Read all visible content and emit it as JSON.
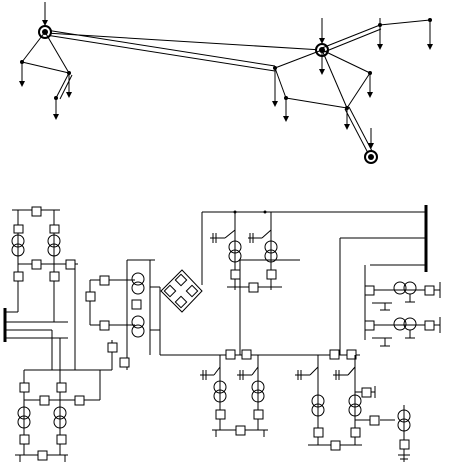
{
  "diagram": {
    "description_note": "",
    "top_network": {
      "nodes": [
        {
          "id": "n1",
          "kind": "source"
        },
        {
          "id": "n2",
          "kind": "junction"
        },
        {
          "id": "n3",
          "kind": "junction"
        },
        {
          "id": "n4",
          "kind": "junction"
        },
        {
          "id": "n5",
          "kind": "source"
        },
        {
          "id": "n6",
          "kind": "junction"
        },
        {
          "id": "n7",
          "kind": "junction"
        },
        {
          "id": "n8",
          "kind": "junction"
        },
        {
          "id": "n9",
          "kind": "junction"
        },
        {
          "id": "n10",
          "kind": "source"
        }
      ]
    },
    "bottom_schematic": {
      "components": [
        "transformer",
        "breaker",
        "capacitor",
        "ground",
        "busbar"
      ]
    },
    "colors": {
      "line": "#000000",
      "background": "#ffffff"
    }
  }
}
